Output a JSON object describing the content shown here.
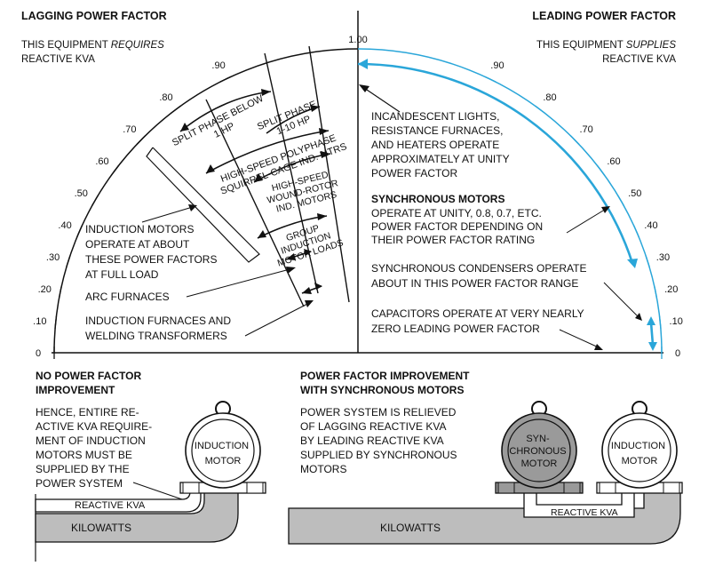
{
  "left_header": {
    "title": "LAGGING POWER FACTOR",
    "line1_pre": "THIS EQUIPMENT ",
    "line1_em": "REQUIRES",
    "line2": "REACTIVE KVA"
  },
  "right_header": {
    "title": "LEADING POWER FACTOR",
    "line1_pre": "THIS EQUIPMENT ",
    "line1_em": "SUPPLIES",
    "line2": "REACTIVE KVA"
  },
  "scale": {
    "center": "1.00",
    "left_ticks": [
      ".90",
      ".80",
      ".70",
      ".60",
      ".50",
      ".40",
      ".30",
      ".20",
      ".10",
      "0"
    ],
    "right_ticks": [
      ".90",
      ".80",
      ".70",
      ".60",
      ".50",
      ".40",
      ".30",
      ".20",
      ".10",
      "0"
    ],
    "colors": {
      "lagging": "#111111",
      "leading": "#2aa6d9"
    }
  },
  "lagging_bands": {
    "split_below": [
      "SPLIT PHASE BELOW",
      "1 HP"
    ],
    "split_1_10": [
      "SPLIT PHASE,",
      "1-10 HP"
    ],
    "polyphase": [
      "HIGH-SPEED POLYPHASE",
      "SQUIRREL-CAGE IND. MTRS"
    ],
    "wound_rotor": [
      "HIGH-SPEED",
      "WOUND-ROTOR",
      "IND. MOTORS"
    ],
    "group": [
      "GROUP",
      "INDUCTION",
      "MOTOR LOADS"
    ]
  },
  "lagging_labels": {
    "induction": [
      "INDUCTION MOTORS",
      "OPERATE AT ABOUT",
      "THESE POWER FACTORS",
      "AT FULL LOAD"
    ],
    "arc": "ARC FURNACES",
    "furnaces": [
      "INDUCTION FURNACES AND",
      "WELDING TRANSFORMERS"
    ]
  },
  "leading_labels": {
    "incandescent": [
      "INCANDESCENT LIGHTS,",
      "RESISTANCE FURNACES,",
      "AND HEATERS OPERATE",
      "APPROXIMATELY AT UNITY",
      "POWER FACTOR"
    ],
    "sync_title": "SYNCHRONOUS MOTORS",
    "sync_body": [
      "OPERATE AT UNITY, 0.8, 0.7, ETC.",
      "POWER FACTOR DEPENDING ON",
      "THEIR POWER FACTOR RATING"
    ],
    "condensers": [
      "SYNCHRONOUS CONDENSERS OPERATE",
      "ABOUT IN THIS POWER FACTOR RANGE"
    ],
    "capacitors": [
      "CAPACITORS OPERATE AT VERY NEARLY",
      "ZERO LEADING POWER FACTOR"
    ]
  },
  "bottom_left": {
    "title": [
      "NO POWER FACTOR",
      "IMPROVEMENT"
    ],
    "body": [
      "HENCE, ENTIRE RE-",
      "ACTIVE KVA REQUIRE-",
      "MENT OF INDUCTION",
      "MOTORS MUST BE",
      "SUPPLIED BY THE",
      "POWER SYSTEM"
    ],
    "motor": [
      "INDUCTION",
      "MOTOR"
    ],
    "reactive": "REACTIVE KVA",
    "kilowatts": "KILOWATTS"
  },
  "bottom_right": {
    "title": [
      "POWER FACTOR IMPROVEMENT",
      "WITH SYNCHRONOUS MOTORS"
    ],
    "body": [
      "POWER SYSTEM IS RELIEVED",
      "OF LAGGING REACTIVE KVA",
      "BY LEADING REACTIVE KVA",
      "SUPPLIED BY SYNCHRONOUS",
      "MOTORS"
    ],
    "sync_motor": [
      "SYN-",
      "CHRONOUS",
      "MOTOR"
    ],
    "ind_motor": [
      "INDUCTION",
      "MOTOR"
    ],
    "reactive": "REACTIVE KVA",
    "kilowatts": "KILOWATTS"
  }
}
